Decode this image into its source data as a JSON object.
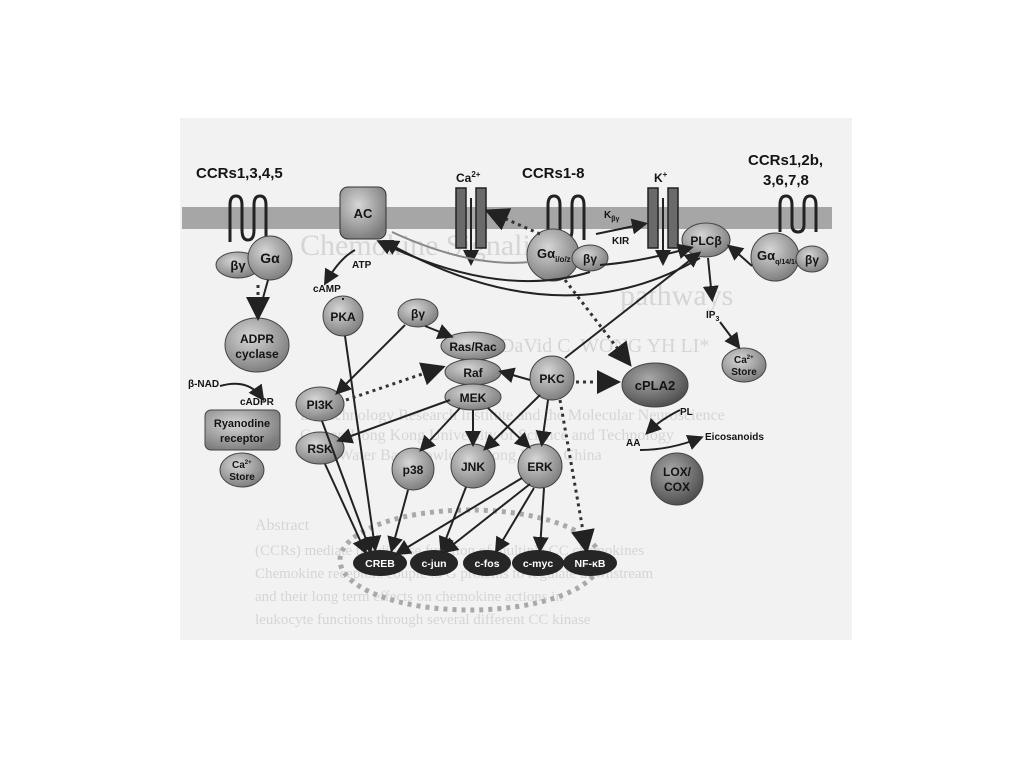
{
  "receptors": {
    "left": "CCRs1,3,4,5",
    "middle": "CCRs1-8",
    "right_line1": "CCRs1,2b,",
    "right_line2": "3,6,7,8"
  },
  "channels": {
    "calcium": "Ca",
    "calcium_sup": "2+",
    "potassium": "K",
    "potassium_sup": "+"
  },
  "nodes": {
    "ac": "AC",
    "g_alpha": "Gα",
    "beta_gamma": "βγ",
    "g_alpha_i_main": "Gα",
    "g_alpha_i_sub": "i/o/z",
    "g_alpha_q_main": "Gα",
    "g_alpha_q_sub": "q/14/16",
    "plc_beta": "PLCβ",
    "atp": "ATP",
    "camp": "cAMP",
    "pka": "PKA",
    "adpr_line1": "ADPR",
    "adpr_line2": "cyclase",
    "beta_nad": "β-NAD",
    "cadpr": "cADPR",
    "ryanodine_line1": "Ryanodine",
    "ryanodine_line2": "receptor",
    "store_ca": "Ca",
    "store_sup": "2+",
    "store_word": "Store",
    "ip3": "IP",
    "ip3_sub": "3",
    "ras_rac": "Ras/Rac",
    "raf": "Raf",
    "mek": "MEK",
    "pi3k": "PI3K",
    "rsk": "RSK",
    "pkc": "PKC",
    "cpla2": "cPLA2",
    "pl": "PL",
    "aa": "AA",
    "eicosanoids": "Eicosanoids",
    "lox_line1": "LOX/",
    "lox_line2": "COX",
    "p38": "p38",
    "jnk": "JNK",
    "erk": "ERK",
    "k_beta_gamma": "K",
    "k_beta_gamma_sub": "βγ",
    "kir": "KIR"
  },
  "transcription_factors": [
    "CREB",
    "c-jun",
    "c-fos",
    "c-myc",
    "NF-κB"
  ],
  "colors": {
    "membrane": "#a6a6a6",
    "node_fill": "#9a9a9a",
    "node_dark": "#6e6e6e",
    "tf_fill": "#262626",
    "page_bg": "#f2f2f2",
    "dashed_ring": "#a9a9a9"
  }
}
